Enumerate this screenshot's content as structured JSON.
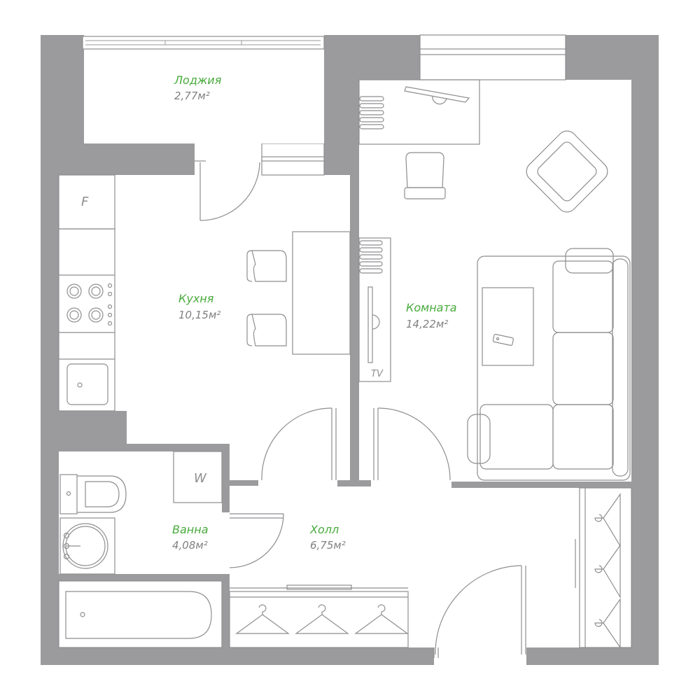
{
  "rooms": {
    "loggia": {
      "name": "Лоджия",
      "area": "2,77м²"
    },
    "kitchen": {
      "name": "Кухня",
      "area": "10,15м²"
    },
    "room": {
      "name": "Комната",
      "area": "14,22м²"
    },
    "bathroom": {
      "name": "Ванна",
      "area": "4,08м²"
    },
    "hall": {
      "name": "Холл",
      "area": "6,75м²"
    }
  },
  "fixtures": {
    "fridge": "F",
    "washer": "W",
    "tv": "TV"
  },
  "colors": {
    "wall": "#9b9b9d",
    "room_name": "#49ab3d",
    "area_text": "#808082",
    "line": "#8e8e90"
  }
}
